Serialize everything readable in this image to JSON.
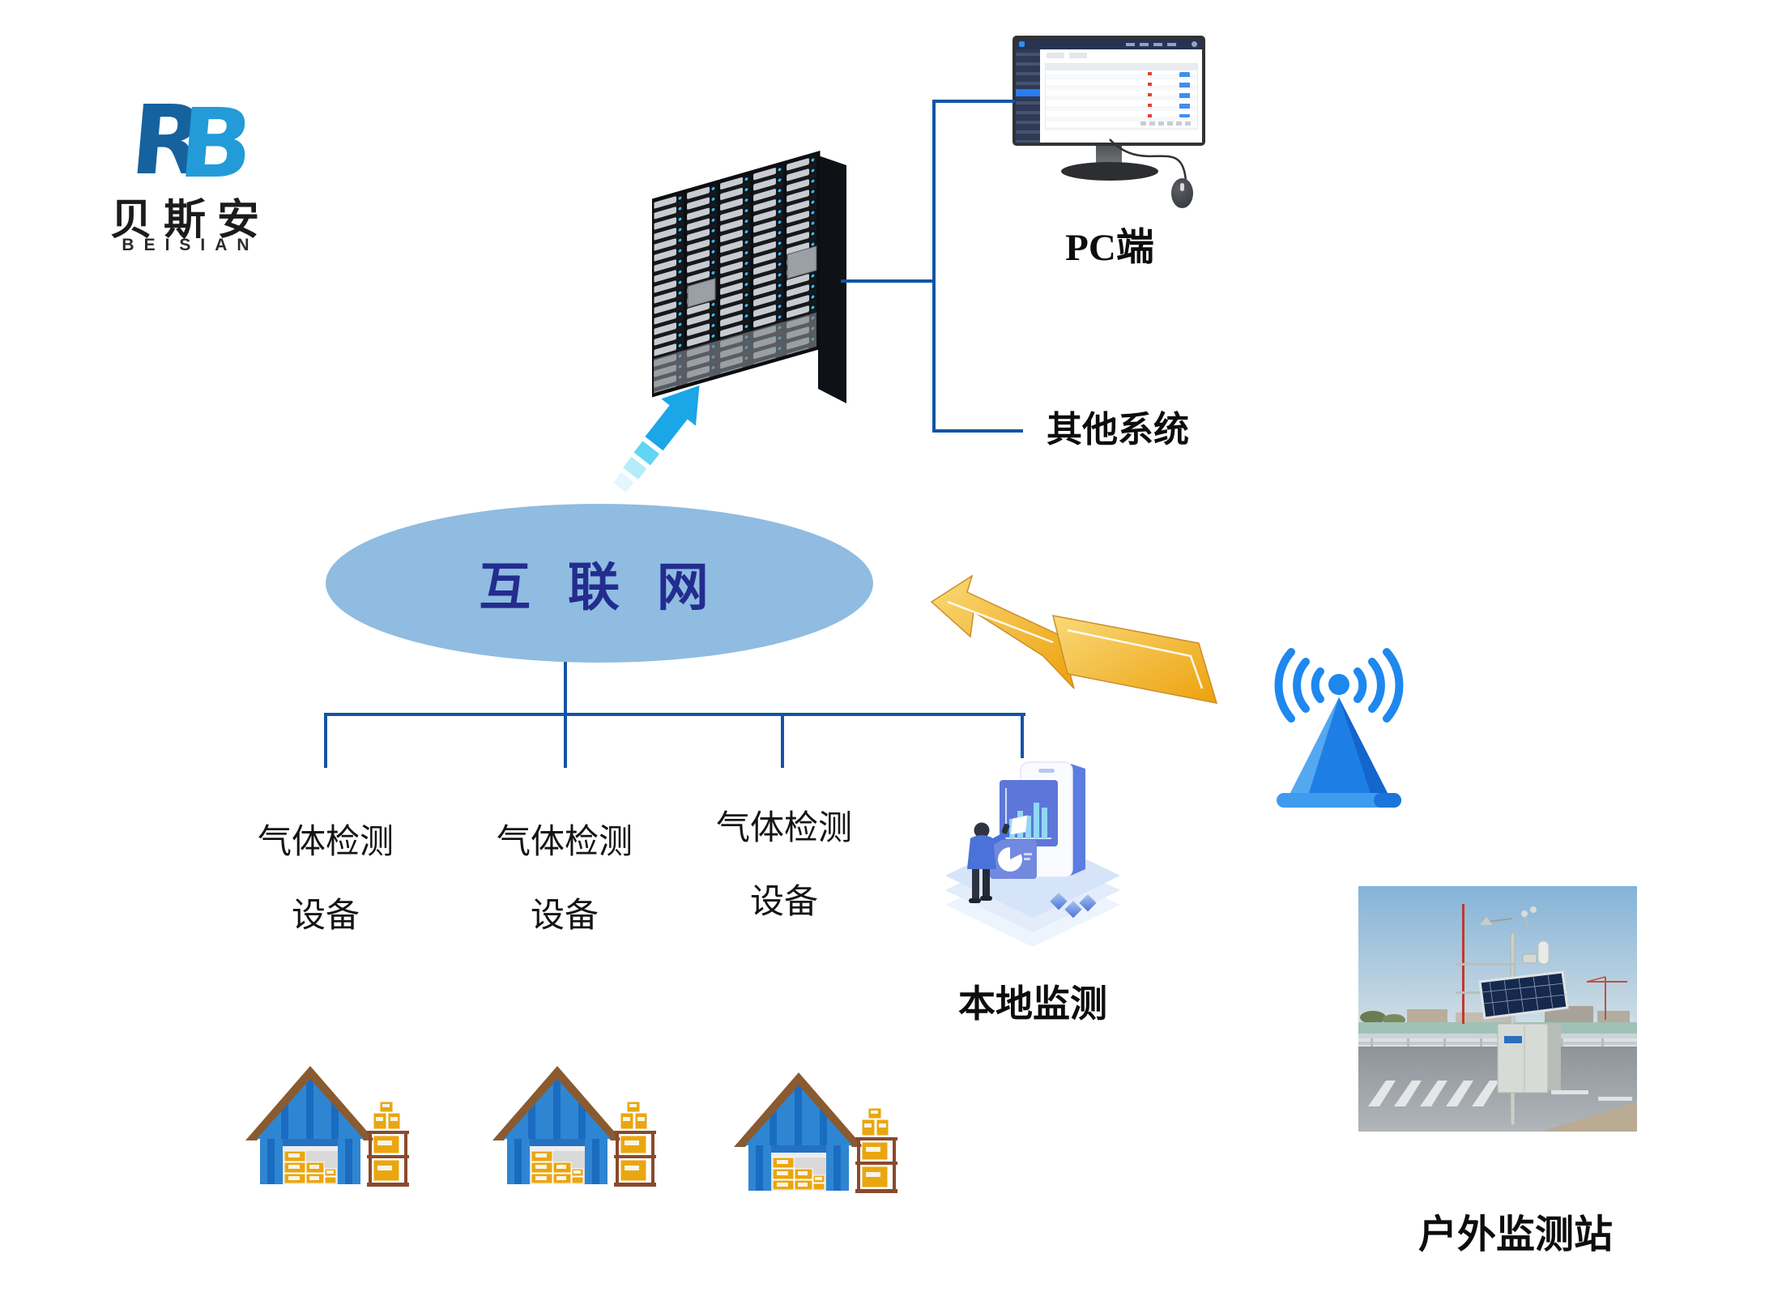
{
  "logo": {
    "mark_left": "R",
    "mark_right": "B",
    "company_cn": "贝斯安",
    "company_en": "BEISIAN"
  },
  "internet": {
    "label": "互 联 网"
  },
  "pc": {
    "label": "PC端"
  },
  "other_systems": {
    "label": "其他系统"
  },
  "gas_devices": [
    {
      "line1": "气体检测",
      "line2": "设备"
    },
    {
      "line1": "气体检测",
      "line2": "设备"
    },
    {
      "line1": "气体检测",
      "line2": "设备"
    }
  ],
  "local_monitoring": {
    "label": "本地监测"
  },
  "outdoor_station": {
    "label": "户外监测站"
  },
  "colors": {
    "connector_blue": "#1254a6",
    "ellipse_fill": "#8fbce0",
    "ellipse_text": "#232c8f",
    "logo_dark_blue": "#15629f",
    "logo_light_blue": "#229bd8",
    "arrow_blue": "#1ba6e8",
    "lightning_gold": "#eda10d",
    "antenna_blue": "#1e88ee",
    "warehouse_blue": "#2e86d2",
    "roof_brown": "#8a5a30",
    "box_gold": "#eaa60f",
    "label_black": "#0d0d0d"
  }
}
